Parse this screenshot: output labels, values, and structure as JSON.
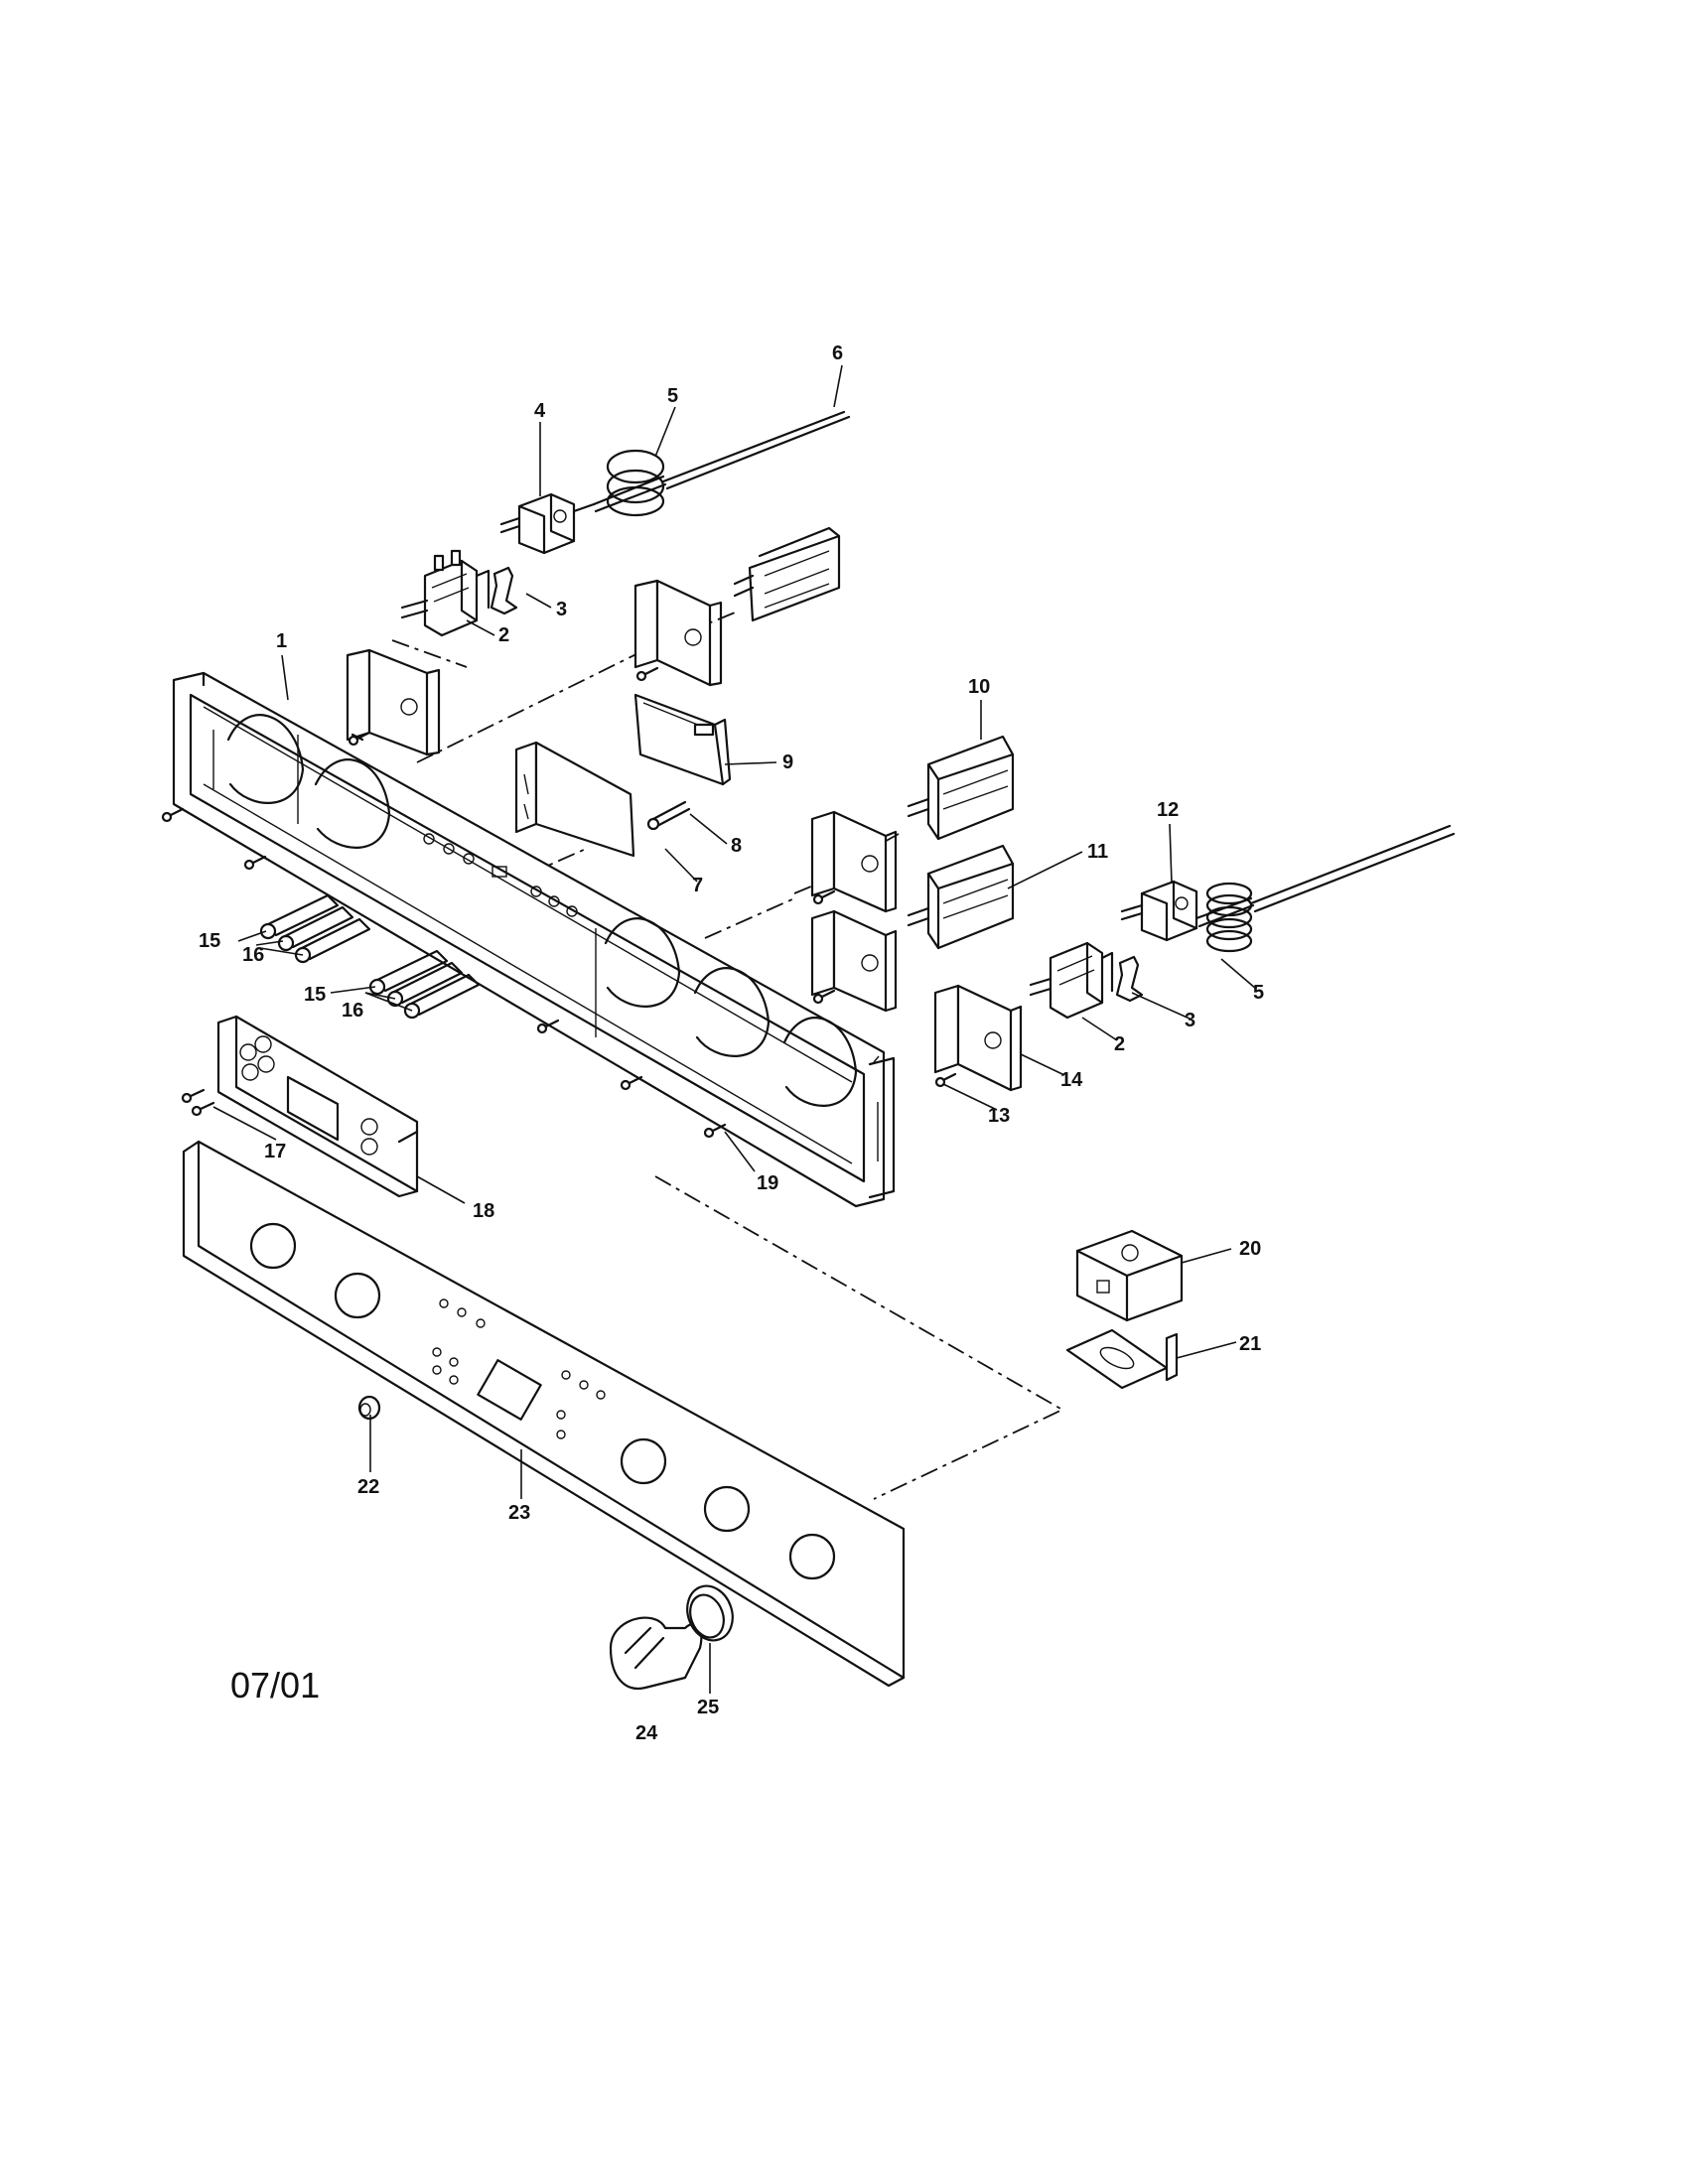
{
  "diagram": {
    "revision_date": "07/01",
    "callouts": {
      "c1": "1",
      "c2a": "2",
      "c2b": "2",
      "c3a": "3",
      "c3b": "3",
      "c4": "4",
      "c5a": "5",
      "c5b": "5",
      "c6": "6",
      "c7": "7",
      "c8": "8",
      "c9": "9",
      "c10": "10",
      "c11": "11",
      "c12": "12",
      "c13": "13",
      "c14": "14",
      "c15a": "15",
      "c15b": "15",
      "c16a": "16",
      "c16b": "16",
      "c17": "17",
      "c18": "18",
      "c19": "19",
      "c20": "20",
      "c21": "21",
      "c22": "22",
      "c23": "23",
      "c24": "24",
      "c25": "25"
    }
  }
}
